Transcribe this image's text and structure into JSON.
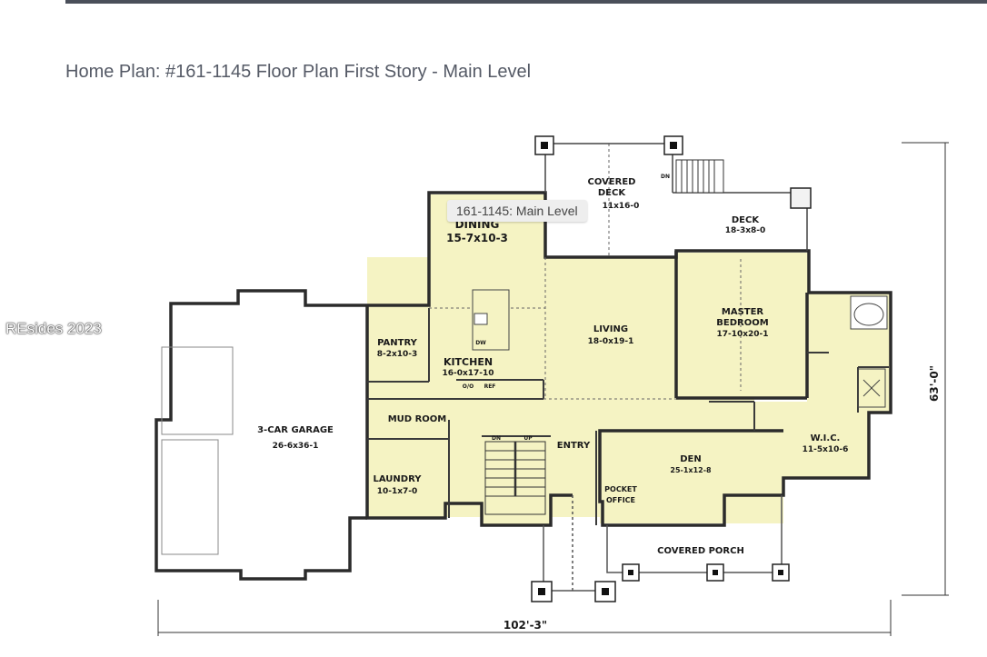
{
  "page": {
    "title": "Home Plan: #161-1145 Floor Plan First Story - Main Level",
    "watermark": "REsides 2023",
    "tooltip": "161-1145: Main Level"
  },
  "plan": {
    "overall_width": "102'-3\"",
    "overall_depth": "63'-0\"",
    "rooms": {
      "covered_deck": {
        "name1": "COVERED",
        "name2": "DECK",
        "size": "11x16-0"
      },
      "deck": {
        "name": "DECK",
        "size": "18-3x8-0"
      },
      "dining": {
        "name": "DINING",
        "size": "15-7x10-3"
      },
      "pantry": {
        "name": "PANTRY",
        "size": "8-2x10-3"
      },
      "kitchen": {
        "name": "KITCHEN",
        "size": "16-0x17-10"
      },
      "living": {
        "name": "LIVING",
        "size": "18-0x19-1"
      },
      "master": {
        "name1": "MASTER",
        "name2": "BEDROOM",
        "size": "17-10x20-1"
      },
      "garage": {
        "name": "3-CAR GARAGE",
        "size": "26-6x36-1"
      },
      "mud_room": {
        "name": "MUD ROOM"
      },
      "laundry": {
        "name": "LAUNDRY",
        "size": "10-1x7-0"
      },
      "entry": {
        "name": "ENTRY"
      },
      "den": {
        "name": "DEN",
        "size": "25-1x12-8"
      },
      "wic": {
        "name": "W.I.C.",
        "size": "11-5x10-6"
      },
      "pocket_office": {
        "name1": "POCKET",
        "name2": "OFFICE"
      },
      "covered_porch": {
        "name": "COVERED PORCH"
      }
    },
    "fixtures": {
      "dn_deck": "DN",
      "dn_stair": "DN",
      "up_stair": "UP",
      "dw": "DW",
      "ref": "REF",
      "range": "O/O"
    }
  }
}
